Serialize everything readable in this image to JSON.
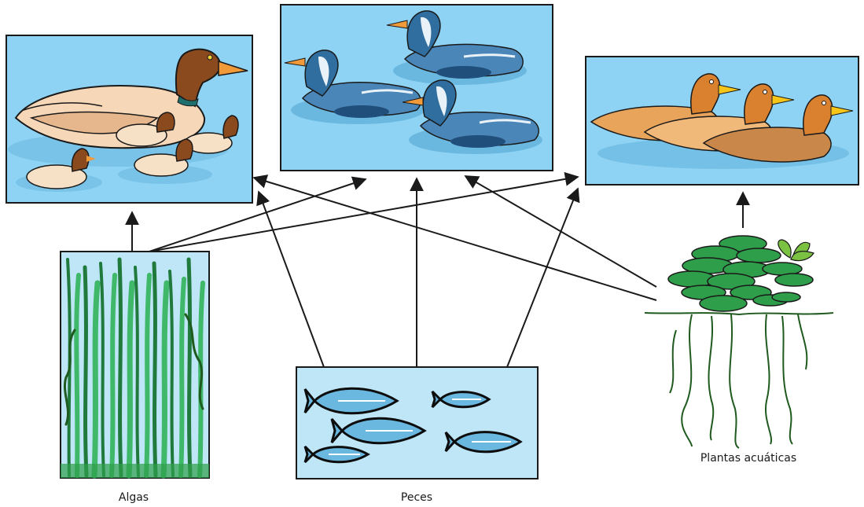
{
  "diagram": {
    "type": "food-web",
    "nodes": [
      {
        "id": "algas",
        "label": "Algas"
      },
      {
        "id": "peces",
        "label": "Peces"
      },
      {
        "id": "plantas",
        "label": "Plantas acuáticas"
      },
      {
        "id": "pato-1",
        "label": ""
      },
      {
        "id": "pato-2",
        "label": ""
      },
      {
        "id": "pato-3",
        "label": ""
      }
    ],
    "edges": [
      {
        "from": "algas",
        "to": "pato-1"
      },
      {
        "from": "algas",
        "to": "pato-2"
      },
      {
        "from": "algas",
        "to": "pato-3"
      },
      {
        "from": "peces",
        "to": "pato-1"
      },
      {
        "from": "peces",
        "to": "pato-2"
      },
      {
        "from": "peces",
        "to": "pato-3"
      },
      {
        "from": "plantas",
        "to": "pato-1"
      },
      {
        "from": "plantas",
        "to": "pato-2"
      },
      {
        "from": "plantas",
        "to": "pato-3"
      }
    ],
    "colors": {
      "sky": "#8fd3f4",
      "sky_dark": "#6ab8e0",
      "water_light": "#bfe6f7",
      "frame": "#1a1a1a",
      "algae_dark": "#1f7a3c",
      "algae_light": "#3fb86a",
      "leaf": "#2e9e4a",
      "root": "#1f5a1f"
    }
  }
}
